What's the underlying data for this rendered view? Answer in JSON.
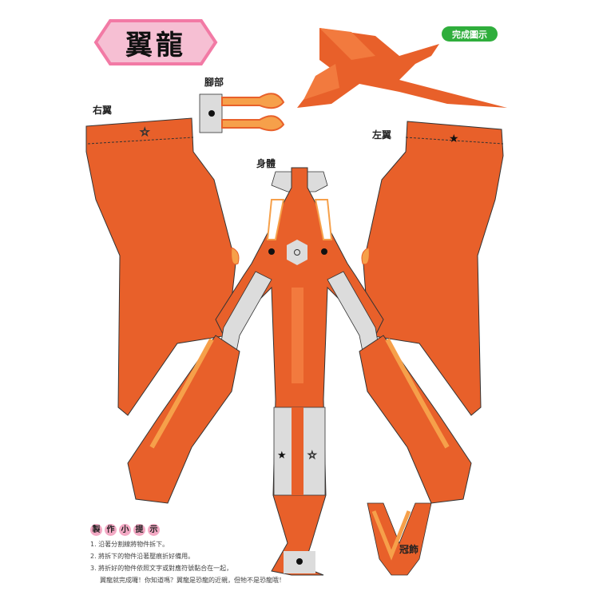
{
  "title": "翼龍",
  "completed_badge": "完成圖示",
  "part_labels": {
    "feet": "腳部",
    "right_wing": "右翼",
    "left_wing": "左翼",
    "body": "身體",
    "crest": "冠飾"
  },
  "tips": {
    "title_chars": [
      "製",
      "作",
      "小",
      "提",
      "示"
    ],
    "steps": [
      "1. 沿著分割線將物件拆下。",
      "2. 將拆下的物件沿著壓痕折好備用。",
      "3. 將折好的物件依照文字或對應符號黏合在一起，"
    ],
    "closing": "翼龍就完成囉！你知道嗎？翼龍是恐龍的近親，但牠不是恐龍哦！"
  },
  "colors": {
    "orange": "#e8602a",
    "light_orange": "#f6a04a",
    "tab_gray": "#dcdcdc",
    "title_pink": "#f27aa5",
    "badge_green": "#2fae3c"
  }
}
